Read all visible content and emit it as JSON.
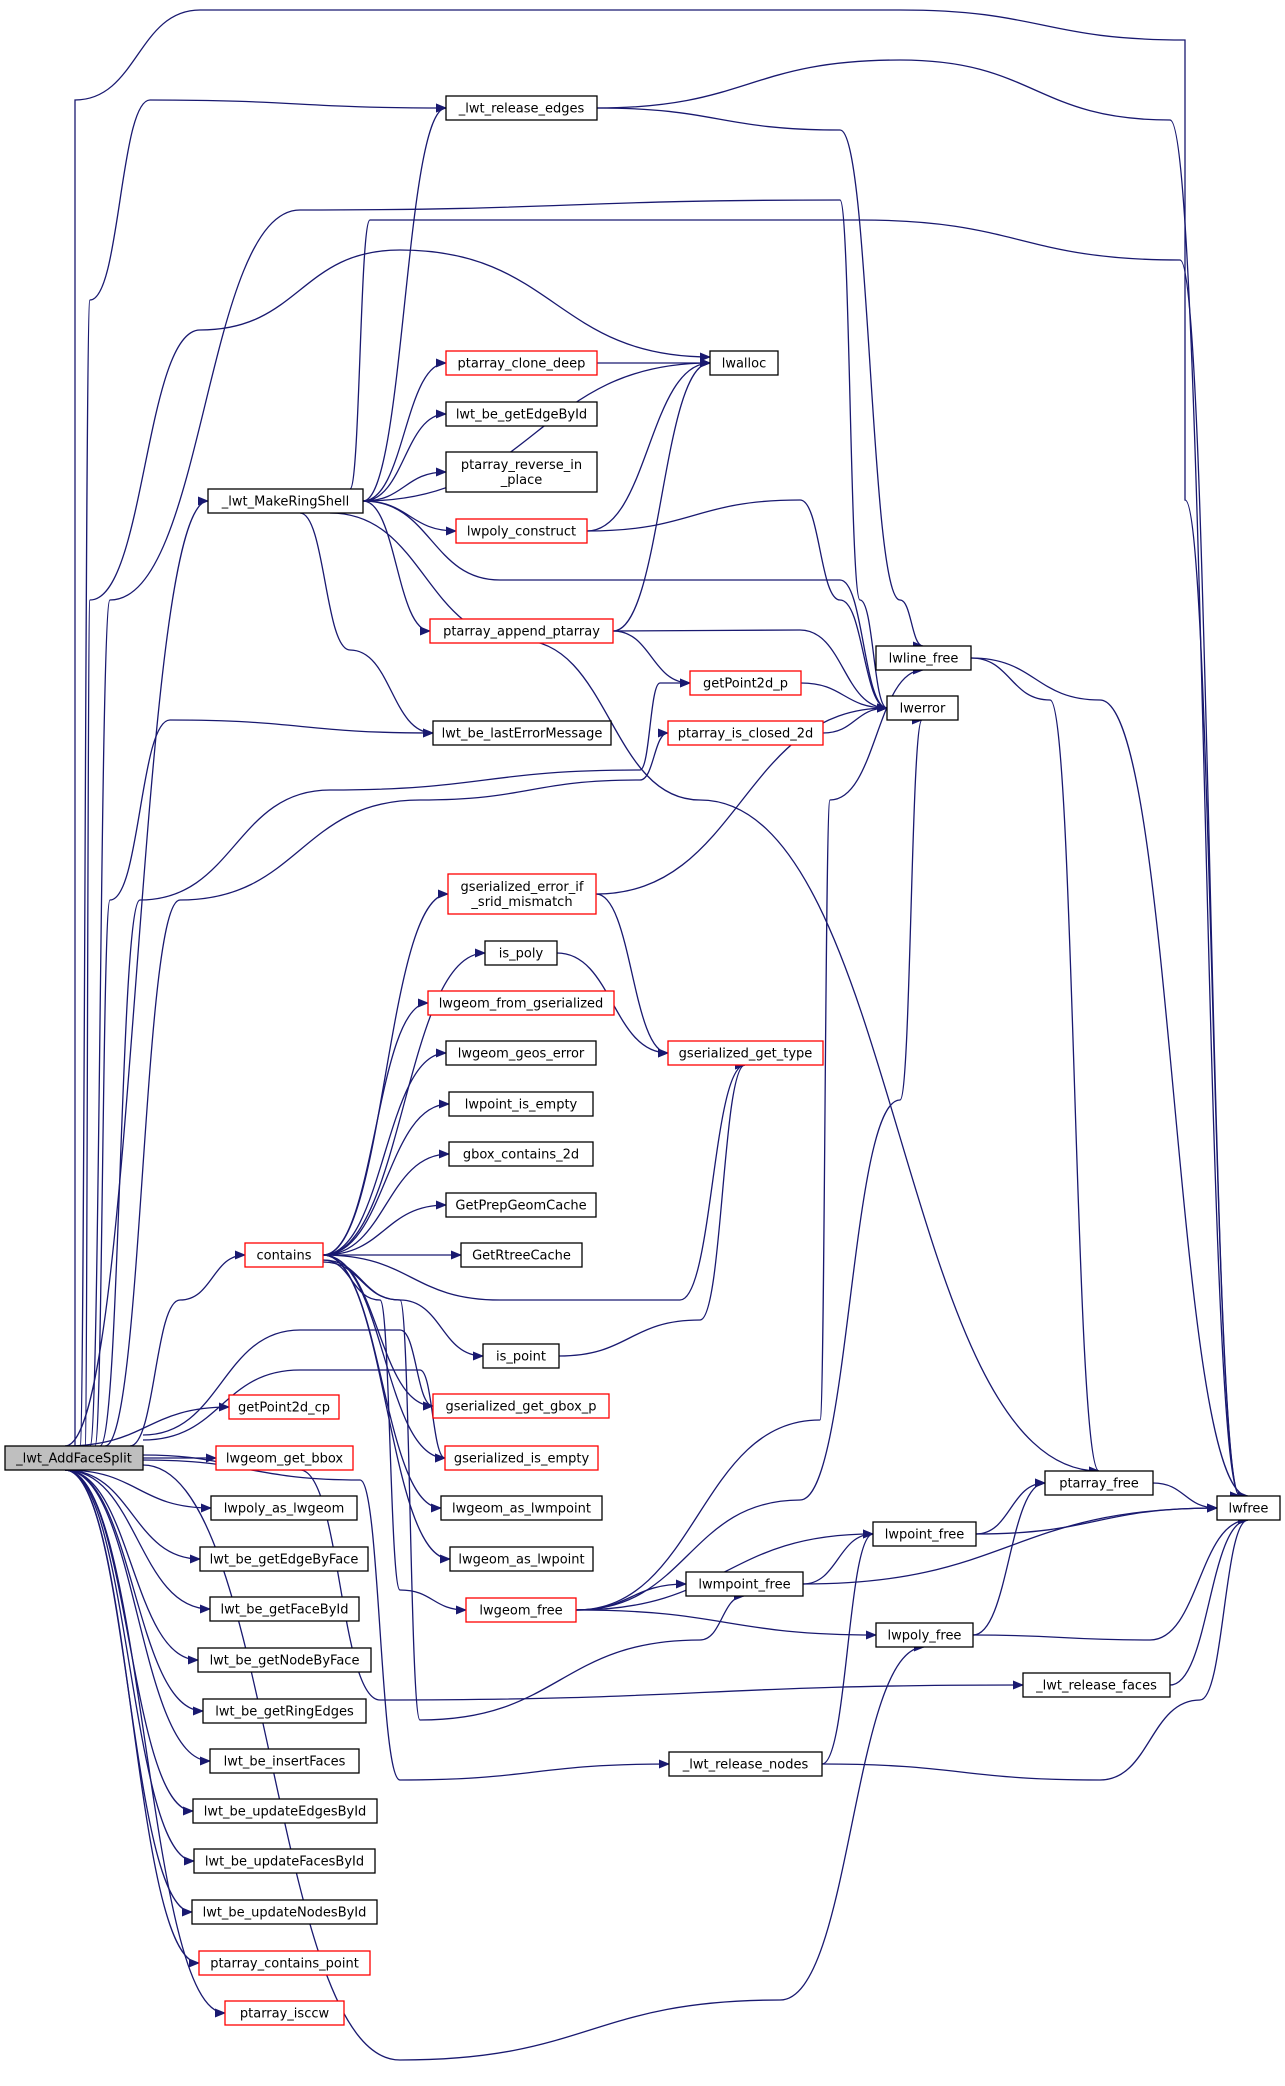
{
  "colors": {
    "edge": "#191970",
    "border_normal": "#000000",
    "border_truncated": "#ff0000",
    "root_fill": "#bfbfbf",
    "node_fill": "#ffffff"
  },
  "nodes": [
    {
      "id": "root",
      "label": "_lwt_AddFaceSplit",
      "root": true
    },
    {
      "id": "lwt_release_edges",
      "label": "_lwt_release_edges"
    },
    {
      "id": "lwalloc",
      "label": "lwalloc"
    },
    {
      "id": "ptarray_clone_deep",
      "label": "ptarray_clone_deep",
      "truncated": true
    },
    {
      "id": "lwt_be_getEdgeById",
      "label": "lwt_be_getEdgeById"
    },
    {
      "id": "ptarray_reverse_in_place",
      "label": [
        "ptarray_reverse_in",
        "_place"
      ]
    },
    {
      "id": "lwt_MakeRingShell",
      "label": "_lwt_MakeRingShell"
    },
    {
      "id": "lwpoly_construct",
      "label": "lwpoly_construct",
      "truncated": true
    },
    {
      "id": "ptarray_append_ptarray",
      "label": "ptarray_append_ptarray",
      "truncated": true
    },
    {
      "id": "lwline_free",
      "label": "lwline_free"
    },
    {
      "id": "getPoint2d_p",
      "label": "getPoint2d_p",
      "truncated": true
    },
    {
      "id": "lwerror",
      "label": "lwerror"
    },
    {
      "id": "lwt_be_lastErrorMessage",
      "label": "lwt_be_lastErrorMessage"
    },
    {
      "id": "ptarray_is_closed_2d",
      "label": "ptarray_is_closed_2d",
      "truncated": true
    },
    {
      "id": "gserialized_error_if_srid_mismatch",
      "label": [
        "gserialized_error_if",
        "_srid_mismatch"
      ],
      "truncated": true
    },
    {
      "id": "is_poly",
      "label": "is_poly"
    },
    {
      "id": "lwgeom_from_gserialized",
      "label": "lwgeom_from_gserialized",
      "truncated": true
    },
    {
      "id": "gserialized_get_type",
      "label": "gserialized_get_type",
      "truncated": true
    },
    {
      "id": "lwgeom_geos_error",
      "label": "lwgeom_geos_error"
    },
    {
      "id": "lwpoint_is_empty",
      "label": "lwpoint_is_empty"
    },
    {
      "id": "gbox_contains_2d",
      "label": "gbox_contains_2d"
    },
    {
      "id": "GetPrepGeomCache",
      "label": "GetPrepGeomCache"
    },
    {
      "id": "contains",
      "label": "contains",
      "truncated": true
    },
    {
      "id": "GetRtreeCache",
      "label": "GetRtreeCache"
    },
    {
      "id": "is_point",
      "label": "is_point"
    },
    {
      "id": "gserialized_get_gbox_p",
      "label": "gserialized_get_gbox_p",
      "truncated": true
    },
    {
      "id": "getPoint2d_cp",
      "label": "getPoint2d_cp",
      "truncated": true
    },
    {
      "id": "lwgeom_get_bbox",
      "label": "lwgeom_get_bbox",
      "truncated": true
    },
    {
      "id": "gserialized_is_empty",
      "label": "gserialized_is_empty",
      "truncated": true
    },
    {
      "id": "ptarray_free",
      "label": "ptarray_free"
    },
    {
      "id": "lwfree",
      "label": "lwfree"
    },
    {
      "id": "lwpoly_as_lwgeom",
      "label": "lwpoly_as_lwgeom"
    },
    {
      "id": "lwgeom_as_lwmpoint",
      "label": "lwgeom_as_lwmpoint"
    },
    {
      "id": "lwpoint_free",
      "label": "lwpoint_free"
    },
    {
      "id": "lwt_be_getEdgeByFace",
      "label": "lwt_be_getEdgeByFace"
    },
    {
      "id": "lwgeom_as_lwpoint",
      "label": "lwgeom_as_lwpoint"
    },
    {
      "id": "lwmpoint_free",
      "label": "lwmpoint_free"
    },
    {
      "id": "lwt_be_getFaceById",
      "label": "lwt_be_getFaceById"
    },
    {
      "id": "lwgeom_free",
      "label": "lwgeom_free",
      "truncated": true
    },
    {
      "id": "lwpoly_free",
      "label": "lwpoly_free"
    },
    {
      "id": "lwt_be_getNodeByFace",
      "label": "lwt_be_getNodeByFace"
    },
    {
      "id": "lwt_release_faces",
      "label": "_lwt_release_faces"
    },
    {
      "id": "lwt_be_getRingEdges",
      "label": "lwt_be_getRingEdges"
    },
    {
      "id": "lwt_be_insertFaces",
      "label": "lwt_be_insertFaces"
    },
    {
      "id": "lwt_release_nodes",
      "label": "_lwt_release_nodes"
    },
    {
      "id": "lwt_be_updateEdgesById",
      "label": "lwt_be_updateEdgesById"
    },
    {
      "id": "lwt_be_updateFacesById",
      "label": "lwt_be_updateFacesById"
    },
    {
      "id": "lwt_be_updateNodesById",
      "label": "lwt_be_updateNodesById"
    },
    {
      "id": "ptarray_contains_point",
      "label": "ptarray_contains_point",
      "truncated": true
    },
    {
      "id": "ptarray_isccw",
      "label": "ptarray_isccw",
      "truncated": true
    }
  ],
  "edges": [
    [
      "root",
      "lwt_release_edges"
    ],
    [
      "root",
      "lwfree"
    ],
    [
      "root",
      "lwerror"
    ],
    [
      "root",
      "lwalloc"
    ],
    [
      "root",
      "lwt_MakeRingShell"
    ],
    [
      "root",
      "lwt_be_lastErrorMessage"
    ],
    [
      "root",
      "getPoint2d_p"
    ],
    [
      "root",
      "ptarray_is_closed_2d"
    ],
    [
      "root",
      "contains"
    ],
    [
      "root",
      "getPoint2d_cp"
    ],
    [
      "root",
      "lwgeom_get_bbox"
    ],
    [
      "root",
      "lwpoly_as_lwgeom"
    ],
    [
      "root",
      "lwt_be_getEdgeByFace"
    ],
    [
      "root",
      "lwt_be_getFaceById"
    ],
    [
      "root",
      "lwt_be_getNodeByFace"
    ],
    [
      "root",
      "lwt_be_getRingEdges"
    ],
    [
      "root",
      "lwt_be_insertFaces"
    ],
    [
      "root",
      "lwt_be_updateEdgesById"
    ],
    [
      "root",
      "lwt_be_updateFacesById"
    ],
    [
      "root",
      "lwt_be_updateNodesById"
    ],
    [
      "root",
      "ptarray_contains_point"
    ],
    [
      "root",
      "ptarray_isccw"
    ],
    [
      "root",
      "lwt_release_faces"
    ],
    [
      "root",
      "lwt_release_nodes"
    ],
    [
      "root",
      "lwpoly_free"
    ],
    [
      "root",
      "gserialized_is_empty"
    ],
    [
      "root",
      "gserialized_get_gbox_p"
    ],
    [
      "lwt_release_edges",
      "lwline_free"
    ],
    [
      "lwt_release_edges",
      "lwfree"
    ],
    [
      "lwt_MakeRingShell",
      "lwt_release_edges"
    ],
    [
      "lwt_MakeRingShell",
      "lwalloc"
    ],
    [
      "lwt_MakeRingShell",
      "ptarray_clone_deep"
    ],
    [
      "lwt_MakeRingShell",
      "lwt_be_getEdgeById"
    ],
    [
      "lwt_MakeRingShell",
      "ptarray_reverse_in_place"
    ],
    [
      "lwt_MakeRingShell",
      "lwpoly_construct"
    ],
    [
      "lwt_MakeRingShell",
      "ptarray_append_ptarray"
    ],
    [
      "lwt_MakeRingShell",
      "lwerror"
    ],
    [
      "lwt_MakeRingShell",
      "lwt_be_lastErrorMessage"
    ],
    [
      "lwt_MakeRingShell",
      "ptarray_free"
    ],
    [
      "lwt_MakeRingShell",
      "lwfree"
    ],
    [
      "ptarray_clone_deep",
      "lwalloc"
    ],
    [
      "lwpoly_construct",
      "lwalloc"
    ],
    [
      "lwpoly_construct",
      "lwerror"
    ],
    [
      "ptarray_append_ptarray",
      "lwalloc"
    ],
    [
      "ptarray_append_ptarray",
      "lwerror"
    ],
    [
      "ptarray_append_ptarray",
      "getPoint2d_p"
    ],
    [
      "getPoint2d_p",
      "lwerror"
    ],
    [
      "ptarray_is_closed_2d",
      "lwerror"
    ],
    [
      "lwline_free",
      "ptarray_free"
    ],
    [
      "lwline_free",
      "lwfree"
    ],
    [
      "gserialized_error_if_srid_mismatch",
      "lwerror"
    ],
    [
      "gserialized_error_if_srid_mismatch",
      "gserialized_get_type"
    ],
    [
      "is_poly",
      "gserialized_get_type"
    ],
    [
      "is_point",
      "gserialized_get_type"
    ],
    [
      "contains",
      "gserialized_error_if_srid_mismatch"
    ],
    [
      "contains",
      "is_poly"
    ],
    [
      "contains",
      "lwgeom_from_gserialized"
    ],
    [
      "contains",
      "lwgeom_geos_error"
    ],
    [
      "contains",
      "lwpoint_is_empty"
    ],
    [
      "contains",
      "gbox_contains_2d"
    ],
    [
      "contains",
      "GetPrepGeomCache"
    ],
    [
      "contains",
      "GetRtreeCache"
    ],
    [
      "contains",
      "gserialized_get_type"
    ],
    [
      "contains",
      "is_point"
    ],
    [
      "contains",
      "gserialized_get_gbox_p"
    ],
    [
      "contains",
      "gserialized_is_empty"
    ],
    [
      "contains",
      "lwgeom_as_lwmpoint"
    ],
    [
      "contains",
      "lwgeom_as_lwpoint"
    ],
    [
      "contains",
      "lwgeom_free"
    ],
    [
      "contains",
      "lwmpoint_free"
    ],
    [
      "lwgeom_free",
      "lwline_free"
    ],
    [
      "lwgeom_free",
      "lwerror"
    ],
    [
      "lwgeom_free",
      "lwpoint_free"
    ],
    [
      "lwgeom_free",
      "lwmpoint_free"
    ],
    [
      "lwgeom_free",
      "lwpoly_free"
    ],
    [
      "lwmpoint_free",
      "lwpoint_free"
    ],
    [
      "lwmpoint_free",
      "lwfree"
    ],
    [
      "lwpoint_free",
      "ptarray_free"
    ],
    [
      "lwpoint_free",
      "lwfree"
    ],
    [
      "lwpoly_free",
      "ptarray_free"
    ],
    [
      "lwpoly_free",
      "lwfree"
    ],
    [
      "ptarray_free",
      "lwfree"
    ],
    [
      "lwt_release_faces",
      "lwfree"
    ],
    [
      "lwt_release_nodes",
      "lwpoint_free"
    ],
    [
      "lwt_release_nodes",
      "lwfree"
    ]
  ]
}
